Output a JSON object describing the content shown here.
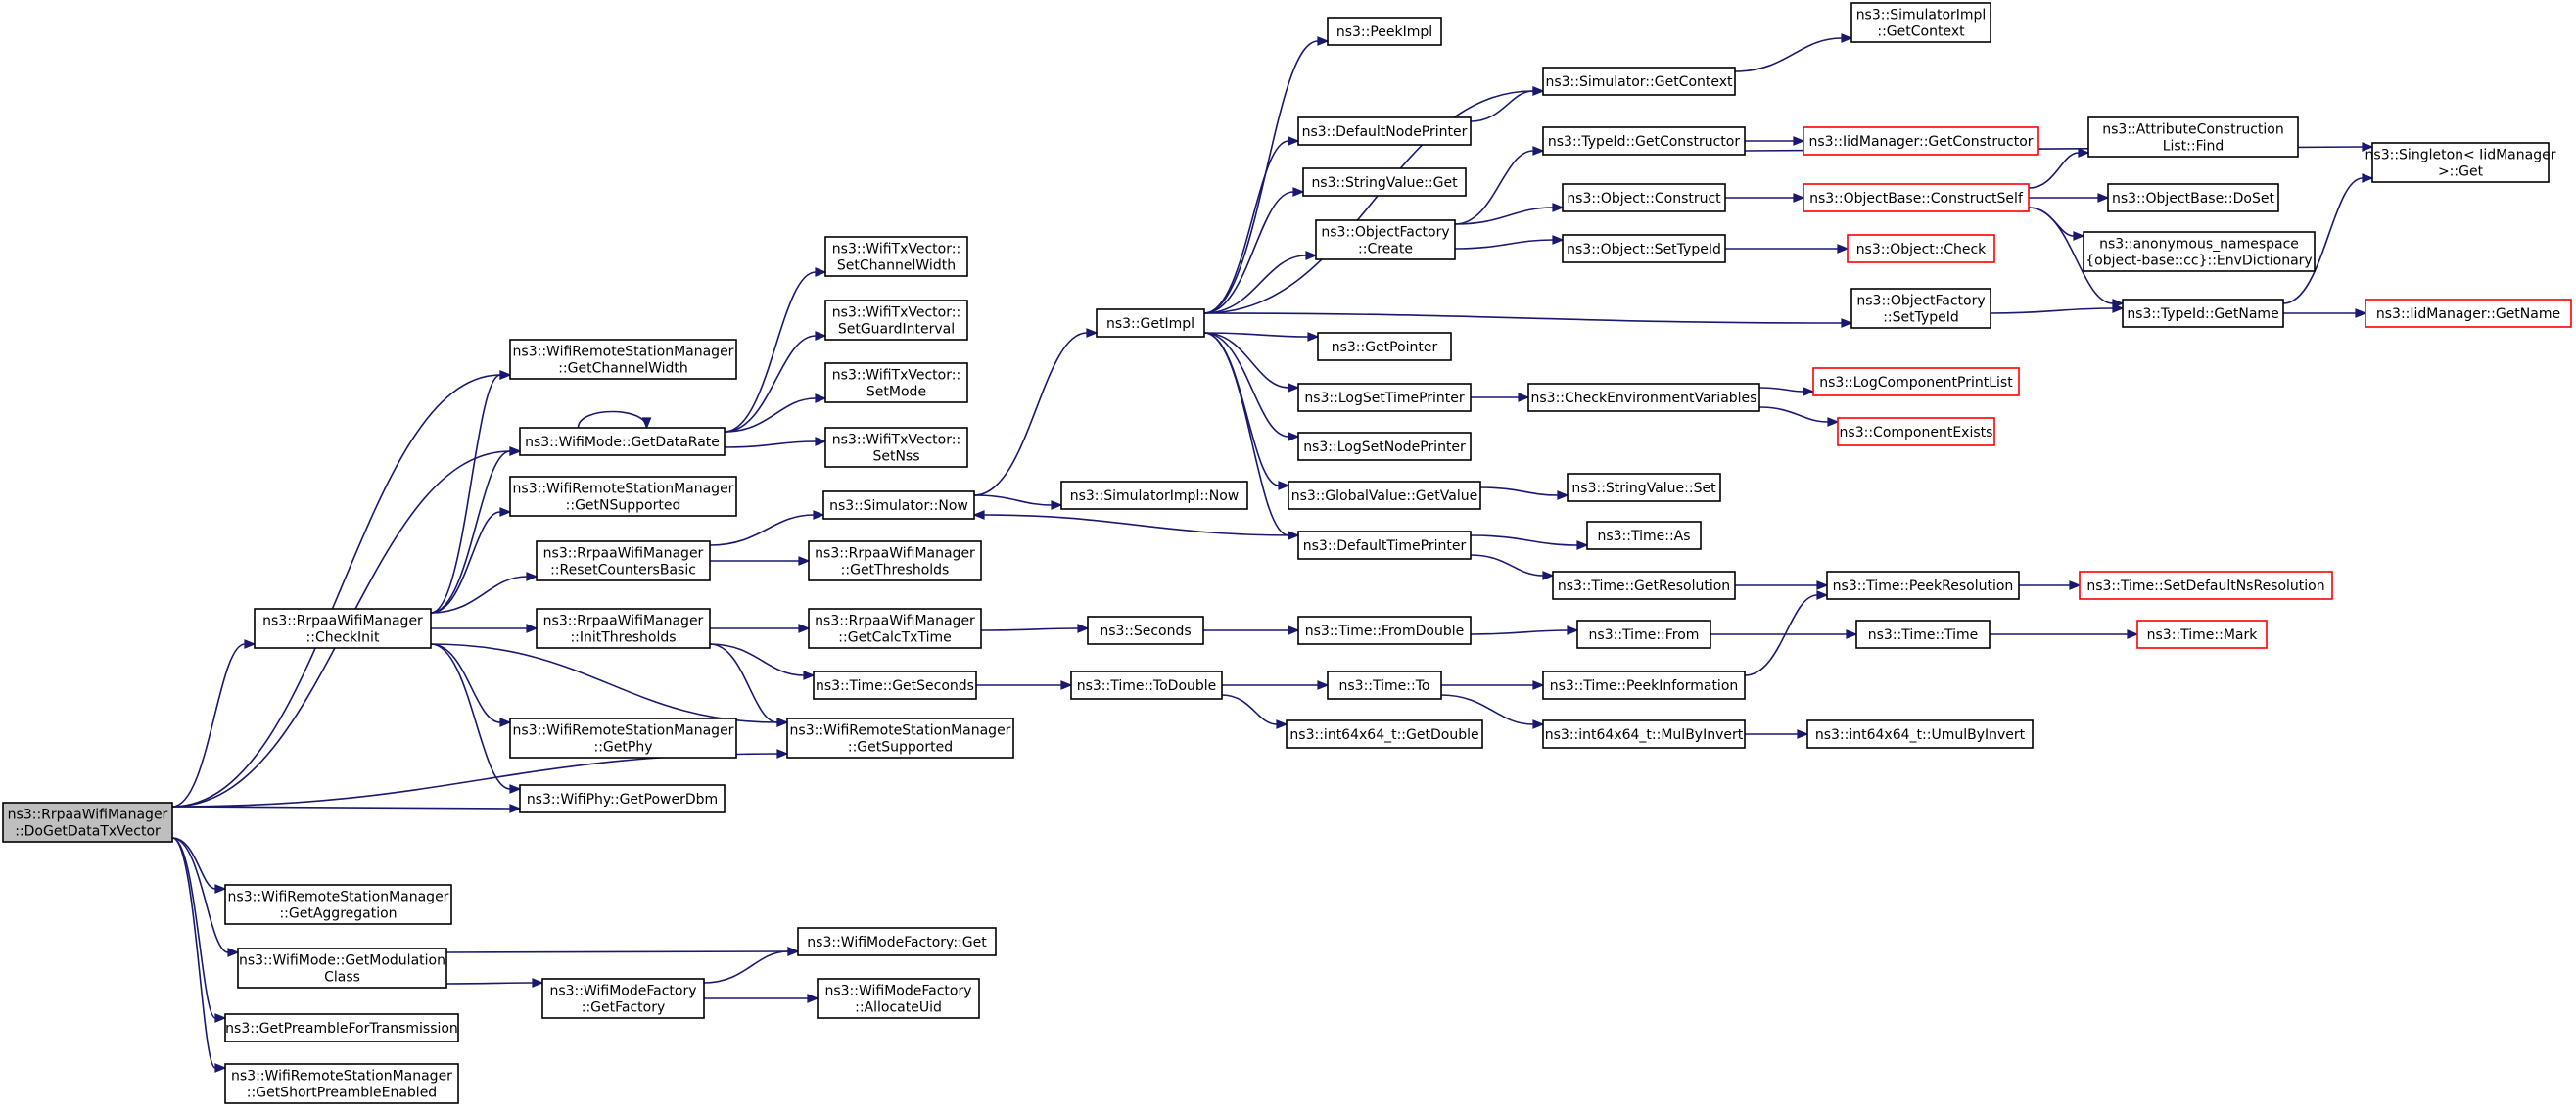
{
  "diagram": {
    "kind": "call-graph",
    "root": "n0",
    "colors": {
      "edge": "#191970",
      "node_border": "#000000",
      "external_border": "#ff0000",
      "root_fill": "#bfbfbf"
    },
    "nodes": [
      {
        "id": "n0",
        "lines": [
          "ns3::RrpaaWifiManager",
          "::DoGetDataTxVector"
        ],
        "style": "root"
      },
      {
        "id": "n1",
        "lines": [
          "ns3::RrpaaWifiManager",
          "::CheckInit"
        ],
        "style": "normal"
      },
      {
        "id": "n2",
        "lines": [
          "ns3::WifiRemoteStationManager",
          "::GetChannelWidth"
        ],
        "style": "normal"
      },
      {
        "id": "n3",
        "lines": [
          "ns3::WifiMode::GetDataRate"
        ],
        "style": "normal"
      },
      {
        "id": "n4",
        "lines": [
          "ns3::WifiRemoteStationManager",
          "::GetNSupported"
        ],
        "style": "normal"
      },
      {
        "id": "n5",
        "lines": [
          "ns3::RrpaaWifiManager",
          "::ResetCountersBasic"
        ],
        "style": "normal"
      },
      {
        "id": "n6",
        "lines": [
          "ns3::RrpaaWifiManager",
          "::InitThresholds"
        ],
        "style": "normal"
      },
      {
        "id": "n7",
        "lines": [
          "ns3::WifiRemoteStationManager",
          "::GetPhy"
        ],
        "style": "normal"
      },
      {
        "id": "n8",
        "lines": [
          "ns3::WifiPhy::GetPowerDbm"
        ],
        "style": "normal"
      },
      {
        "id": "n9",
        "lines": [
          "ns3::WifiRemoteStationManager",
          "::GetSupported"
        ],
        "style": "normal"
      },
      {
        "id": "n10",
        "lines": [
          "ns3::WifiRemoteStationManager",
          "::GetAggregation"
        ],
        "style": "normal"
      },
      {
        "id": "n11",
        "lines": [
          "ns3::WifiMode::GetModulation",
          "Class"
        ],
        "style": "normal"
      },
      {
        "id": "n12",
        "lines": [
          "ns3::GetPreambleForTransmission"
        ],
        "style": "normal"
      },
      {
        "id": "n13",
        "lines": [
          "ns3::WifiRemoteStationManager",
          "::GetShortPreambleEnabled"
        ],
        "style": "normal"
      },
      {
        "id": "n14",
        "lines": [
          "ns3::WifiTxVector::",
          "SetChannelWidth"
        ],
        "style": "normal"
      },
      {
        "id": "n15",
        "lines": [
          "ns3::WifiTxVector::",
          "SetGuardInterval"
        ],
        "style": "normal"
      },
      {
        "id": "n16",
        "lines": [
          "ns3::WifiTxVector::",
          "SetMode"
        ],
        "style": "normal"
      },
      {
        "id": "n17",
        "lines": [
          "ns3::WifiTxVector::",
          "SetNss"
        ],
        "style": "normal"
      },
      {
        "id": "n18",
        "lines": [
          "ns3::Simulator::Now"
        ],
        "style": "normal"
      },
      {
        "id": "n19",
        "lines": [
          "ns3::RrpaaWifiManager",
          "::GetThresholds"
        ],
        "style": "normal"
      },
      {
        "id": "n20",
        "lines": [
          "ns3::RrpaaWifiManager",
          "::GetCalcTxTime"
        ],
        "style": "normal"
      },
      {
        "id": "n21",
        "lines": [
          "ns3::Time::GetSeconds"
        ],
        "style": "normal"
      },
      {
        "id": "n22",
        "lines": [
          "ns3::WifiModeFactory::Get"
        ],
        "style": "normal"
      },
      {
        "id": "n23",
        "lines": [
          "ns3::WifiModeFactory",
          "::GetFactory"
        ],
        "style": "normal"
      },
      {
        "id": "n24",
        "lines": [
          "ns3::WifiModeFactory",
          "::AllocateUid"
        ],
        "style": "normal"
      },
      {
        "id": "n25",
        "lines": [
          "ns3::GetImpl"
        ],
        "style": "normal"
      },
      {
        "id": "n26",
        "lines": [
          "ns3::SimulatorImpl::Now"
        ],
        "style": "normal"
      },
      {
        "id": "n27",
        "lines": [
          "ns3::Seconds"
        ],
        "style": "normal"
      },
      {
        "id": "n28",
        "lines": [
          "ns3::Time::ToDouble"
        ],
        "style": "normal"
      },
      {
        "id": "n29",
        "lines": [
          "ns3::PeekImpl"
        ],
        "style": "normal"
      },
      {
        "id": "n30",
        "lines": [
          "ns3::DefaultNodePrinter"
        ],
        "style": "normal"
      },
      {
        "id": "n31",
        "lines": [
          "ns3::StringValue::Get"
        ],
        "style": "normal"
      },
      {
        "id": "n32",
        "lines": [
          "ns3::ObjectFactory",
          "::Create"
        ],
        "style": "normal"
      },
      {
        "id": "n33",
        "lines": [
          "ns3::GetPointer"
        ],
        "style": "normal"
      },
      {
        "id": "n34",
        "lines": [
          "ns3::LogSetTimePrinter"
        ],
        "style": "normal"
      },
      {
        "id": "n35",
        "lines": [
          "ns3::LogSetNodePrinter"
        ],
        "style": "normal"
      },
      {
        "id": "n36",
        "lines": [
          "ns3::GlobalValue::GetValue"
        ],
        "style": "normal"
      },
      {
        "id": "n37",
        "lines": [
          "ns3::DefaultTimePrinter"
        ],
        "style": "normal"
      },
      {
        "id": "n38",
        "lines": [
          "ns3::Time::FromDouble"
        ],
        "style": "normal"
      },
      {
        "id": "n39",
        "lines": [
          "ns3::Time::To"
        ],
        "style": "normal"
      },
      {
        "id": "n40",
        "lines": [
          "ns3::int64x64_t::GetDouble"
        ],
        "style": "normal"
      },
      {
        "id": "n41",
        "lines": [
          "ns3::Simulator::GetContext"
        ],
        "style": "normal"
      },
      {
        "id": "n42",
        "lines": [
          "ns3::TypeId::GetConstructor"
        ],
        "style": "normal"
      },
      {
        "id": "n43",
        "lines": [
          "ns3::Object::Construct"
        ],
        "style": "normal"
      },
      {
        "id": "n44",
        "lines": [
          "ns3::Object::SetTypeId"
        ],
        "style": "normal"
      },
      {
        "id": "n45",
        "lines": [
          "ns3::ObjectFactory",
          "::SetTypeId"
        ],
        "style": "normal"
      },
      {
        "id": "n46",
        "lines": [
          "ns3::CheckEnvironmentVariables"
        ],
        "style": "normal"
      },
      {
        "id": "n47",
        "lines": [
          "ns3::StringValue::Set"
        ],
        "style": "normal"
      },
      {
        "id": "n48",
        "lines": [
          "ns3::Time::As"
        ],
        "style": "normal"
      },
      {
        "id": "n49",
        "lines": [
          "ns3::Time::GetResolution"
        ],
        "style": "normal"
      },
      {
        "id": "n50",
        "lines": [
          "ns3::Time::From"
        ],
        "style": "normal"
      },
      {
        "id": "n51",
        "lines": [
          "ns3::Time::PeekInformation"
        ],
        "style": "normal"
      },
      {
        "id": "n52",
        "lines": [
          "ns3::int64x64_t::MulByInvert"
        ],
        "style": "normal"
      },
      {
        "id": "n53",
        "lines": [
          "ns3::SimulatorImpl",
          "::GetContext"
        ],
        "style": "normal"
      },
      {
        "id": "n54",
        "lines": [
          "ns3::IidManager::GetConstructor"
        ],
        "style": "external"
      },
      {
        "id": "n55",
        "lines": [
          "ns3::ObjectBase::ConstructSelf"
        ],
        "style": "external"
      },
      {
        "id": "n56",
        "lines": [
          "ns3::Object::Check"
        ],
        "style": "external"
      },
      {
        "id": "n57",
        "lines": [
          "ns3::TypeId::GetName"
        ],
        "style": "normal"
      },
      {
        "id": "n58",
        "lines": [
          "ns3::LogComponentPrintList"
        ],
        "style": "external"
      },
      {
        "id": "n59",
        "lines": [
          "ns3::ComponentExists"
        ],
        "style": "external"
      },
      {
        "id": "n60",
        "lines": [
          "ns3::Time::PeekResolution"
        ],
        "style": "normal"
      },
      {
        "id": "n61",
        "lines": [
          "ns3::Time::Time"
        ],
        "style": "normal"
      },
      {
        "id": "n62",
        "lines": [
          "ns3::int64x64_t::UmulByInvert"
        ],
        "style": "normal"
      },
      {
        "id": "n63",
        "lines": [
          "ns3::AttributeConstruction",
          "List::Find"
        ],
        "style": "normal"
      },
      {
        "id": "n64",
        "lines": [
          "ns3::ObjectBase::DoSet"
        ],
        "style": "normal"
      },
      {
        "id": "n65",
        "lines": [
          "ns3::anonymous_namespace",
          "{object-base::cc}::EnvDictionary"
        ],
        "style": "normal"
      },
      {
        "id": "n66",
        "lines": [
          "ns3::Singleton< IidManager",
          ">::Get"
        ],
        "style": "normal"
      },
      {
        "id": "n67",
        "lines": [
          "ns3::IidManager::GetName"
        ],
        "style": "external"
      },
      {
        "id": "n68",
        "lines": [
          "ns3::Time::SetDefaultNsResolution"
        ],
        "style": "external"
      },
      {
        "id": "n69",
        "lines": [
          "ns3::Time::Mark"
        ],
        "style": "external"
      }
    ],
    "edges": [
      [
        "n0",
        "n1"
      ],
      [
        "n0",
        "n2"
      ],
      [
        "n0",
        "n3"
      ],
      [
        "n0",
        "n8"
      ],
      [
        "n0",
        "n9"
      ],
      [
        "n0",
        "n10"
      ],
      [
        "n0",
        "n11"
      ],
      [
        "n0",
        "n12"
      ],
      [
        "n0",
        "n13"
      ],
      [
        "n1",
        "n2"
      ],
      [
        "n1",
        "n3"
      ],
      [
        "n1",
        "n4"
      ],
      [
        "n1",
        "n5"
      ],
      [
        "n1",
        "n6"
      ],
      [
        "n1",
        "n7"
      ],
      [
        "n1",
        "n8"
      ],
      [
        "n1",
        "n9"
      ],
      [
        "n3",
        "n3"
      ],
      [
        "n3",
        "n14"
      ],
      [
        "n3",
        "n15"
      ],
      [
        "n3",
        "n16"
      ],
      [
        "n3",
        "n17"
      ],
      [
        "n5",
        "n18"
      ],
      [
        "n5",
        "n19"
      ],
      [
        "n6",
        "n20"
      ],
      [
        "n6",
        "n21"
      ],
      [
        "n6",
        "n9"
      ],
      [
        "n11",
        "n22"
      ],
      [
        "n11",
        "n23"
      ],
      [
        "n23",
        "n22"
      ],
      [
        "n23",
        "n24"
      ],
      [
        "n18",
        "n25"
      ],
      [
        "n18",
        "n26"
      ],
      [
        "n20",
        "n27"
      ],
      [
        "n21",
        "n28"
      ],
      [
        "n25",
        "n29"
      ],
      [
        "n25",
        "n41"
      ],
      [
        "n25",
        "n30"
      ],
      [
        "n25",
        "n31"
      ],
      [
        "n25",
        "n32"
      ],
      [
        "n25",
        "n45"
      ],
      [
        "n25",
        "n33"
      ],
      [
        "n25",
        "n34"
      ],
      [
        "n25",
        "n35"
      ],
      [
        "n25",
        "n36"
      ],
      [
        "n25",
        "n37"
      ],
      [
        "n37",
        "n18"
      ],
      [
        "n37",
        "n48"
      ],
      [
        "n37",
        "n49"
      ],
      [
        "n30",
        "n41"
      ],
      [
        "n41",
        "n53"
      ],
      [
        "n32",
        "n42"
      ],
      [
        "n32",
        "n43"
      ],
      [
        "n32",
        "n44"
      ],
      [
        "n42",
        "n54"
      ],
      [
        "n42",
        "n66"
      ],
      [
        "n43",
        "n55"
      ],
      [
        "n44",
        "n56"
      ],
      [
        "n55",
        "n63"
      ],
      [
        "n55",
        "n64"
      ],
      [
        "n55",
        "n65"
      ],
      [
        "n55",
        "n57"
      ],
      [
        "n45",
        "n57"
      ],
      [
        "n57",
        "n66"
      ],
      [
        "n57",
        "n67"
      ],
      [
        "n34",
        "n46"
      ],
      [
        "n46",
        "n58"
      ],
      [
        "n46",
        "n59"
      ],
      [
        "n36",
        "n47"
      ],
      [
        "n49",
        "n60"
      ],
      [
        "n60",
        "n68"
      ],
      [
        "n27",
        "n38"
      ],
      [
        "n38",
        "n50"
      ],
      [
        "n50",
        "n61"
      ],
      [
        "n61",
        "n69"
      ],
      [
        "n28",
        "n39"
      ],
      [
        "n28",
        "n40"
      ],
      [
        "n39",
        "n51"
      ],
      [
        "n39",
        "n52"
      ],
      [
        "n51",
        "n60"
      ],
      [
        "n52",
        "n62"
      ]
    ]
  }
}
